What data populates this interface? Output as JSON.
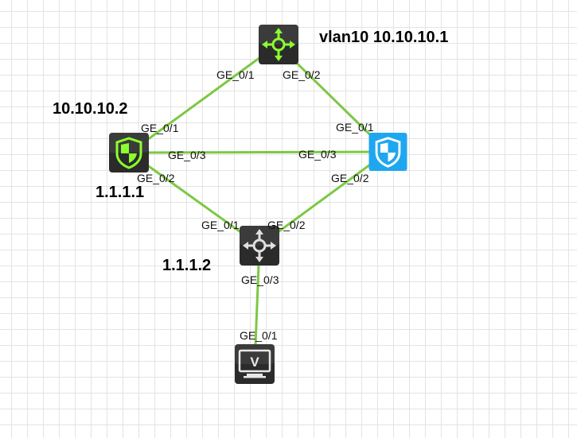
{
  "colors": {
    "link": "#7dc843",
    "device_dark": "#2b2b2b",
    "device_blue": "#1ea7f0",
    "accent_green": "#8cff2e"
  },
  "devices": [
    {
      "id": "router_top",
      "icon": "router-icon"
    },
    {
      "id": "firewall_left",
      "icon": "firewall-icon"
    },
    {
      "id": "firewall_right",
      "icon": "firewall-icon"
    },
    {
      "id": "switch_bottom",
      "icon": "switch-icon"
    },
    {
      "id": "host",
      "icon": "host-icon",
      "glyph": "V"
    }
  ],
  "labels": {
    "vlan10": "vlan10 10.10.10.1",
    "left_ip": "10.10.10.2",
    "left_lower_ip": "1.1.1.1",
    "switch_ip": "1.1.1.2"
  },
  "ports": {
    "router_ge01": "GE_0/1",
    "router_ge02": "GE_0/2",
    "fwl_ge01": "GE_0/1",
    "fwl_ge03": "GE_0/3",
    "fwl_ge02": "GE_0/2",
    "fwr_ge01": "GE_0/1",
    "fwr_ge03": "GE_0/3",
    "fwr_ge02": "GE_0/2",
    "sw_ge01": "GE_0/1",
    "sw_ge02": "GE_0/2",
    "sw_ge03": "GE_0/3",
    "host_ge01": "GE_0/1"
  }
}
